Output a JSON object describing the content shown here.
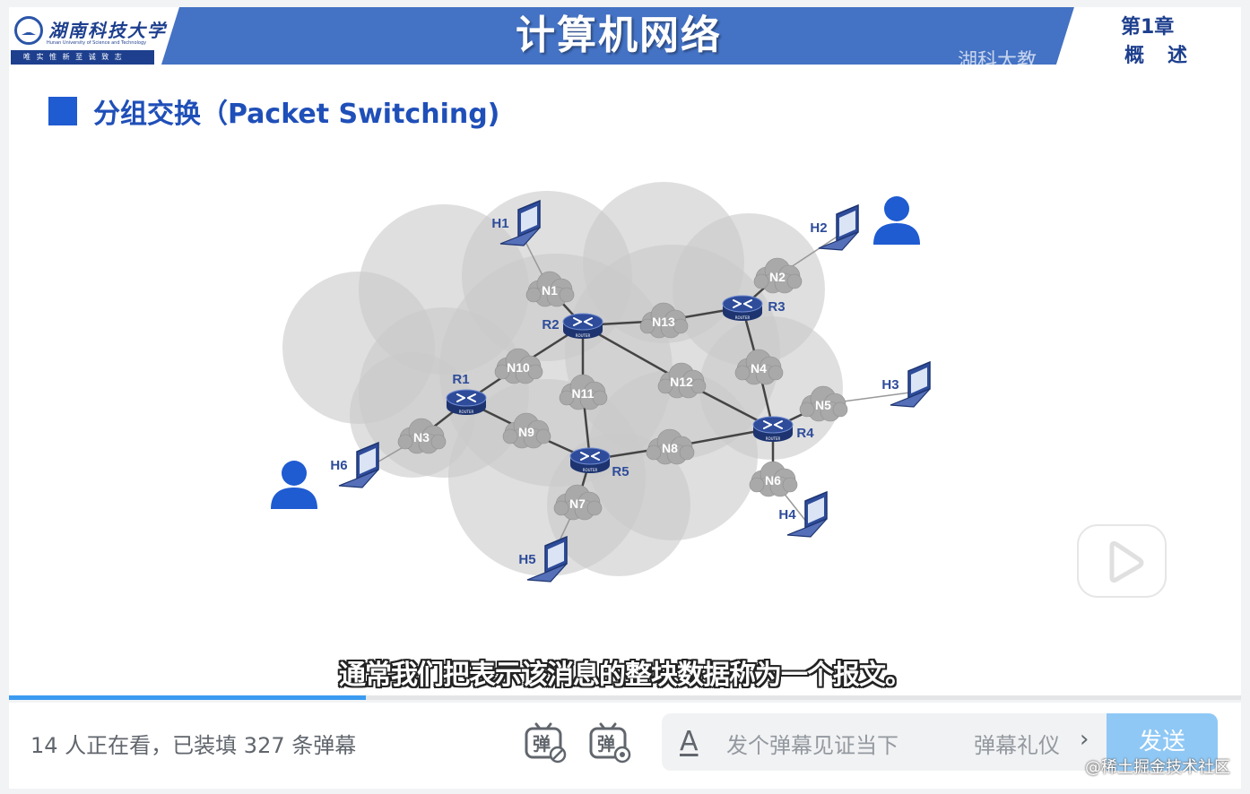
{
  "header": {
    "university_name": "湖南科技大学",
    "university_en": "Hunan University of Science and Technology",
    "motto": "唯 实 惟 新   至 诚 致 志",
    "course_title": "计算机网络",
    "watermark": "湖科大教",
    "chapter": "第1章",
    "chapter_sub": "概述"
  },
  "section": {
    "title": "分组交换（Packet Switching)"
  },
  "diagram": {
    "hosts": [
      "H1",
      "H2",
      "H3",
      "H4",
      "H5",
      "H6"
    ],
    "routers": [
      "R1",
      "R2",
      "R3",
      "R4",
      "R5"
    ],
    "router_tag": "ROUTER",
    "networks": [
      "N1",
      "N2",
      "N3",
      "N4",
      "N5",
      "N6",
      "N7",
      "N8",
      "N9",
      "N10",
      "N11",
      "N12",
      "N13"
    ],
    "colors": {
      "cloud": "#c9c9c9",
      "small_cloud": "#a9a9a9",
      "router": "#2e4c9a",
      "user": "#1f5bd1",
      "link": "#444444"
    }
  },
  "subtitle": "通常我们把表示该消息的整块数据称为一个报文。",
  "player": {
    "progress_fraction": 0.29,
    "viewer_text": "14 人正在看，已装填 327 条弹幕",
    "danmaku_toggle_glyph": "弹",
    "font_icon": "A",
    "input_placeholder": "发个弹幕见证当下",
    "etiquette_label": "弹幕礼仪",
    "send_label": "发送"
  },
  "site_watermark": "@稀土掘金技术社区"
}
